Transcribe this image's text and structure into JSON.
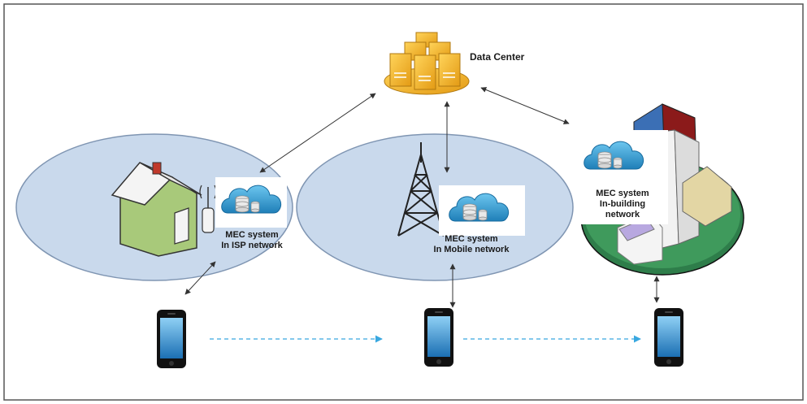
{
  "data_center": {
    "label": "Data Center"
  },
  "mec_isp": {
    "line1": "MEC system",
    "line2": "In ISP network"
  },
  "mec_mobile": {
    "line1": "MEC system",
    "line2": "In Mobile network"
  },
  "mec_building": {
    "line1": "MEC system",
    "line2": "In-building",
    "line3": "network"
  },
  "colors": {
    "ellipse_fill": "#c9d9ec",
    "ellipse_stroke": "#7f95b2",
    "cloud_fill": "#2d93c9",
    "server_gold": "#f0b52b",
    "phone_screen": "#2a8fd0",
    "dashed_arrow": "#39a8e0",
    "ground_green": "#2e7d4a"
  }
}
